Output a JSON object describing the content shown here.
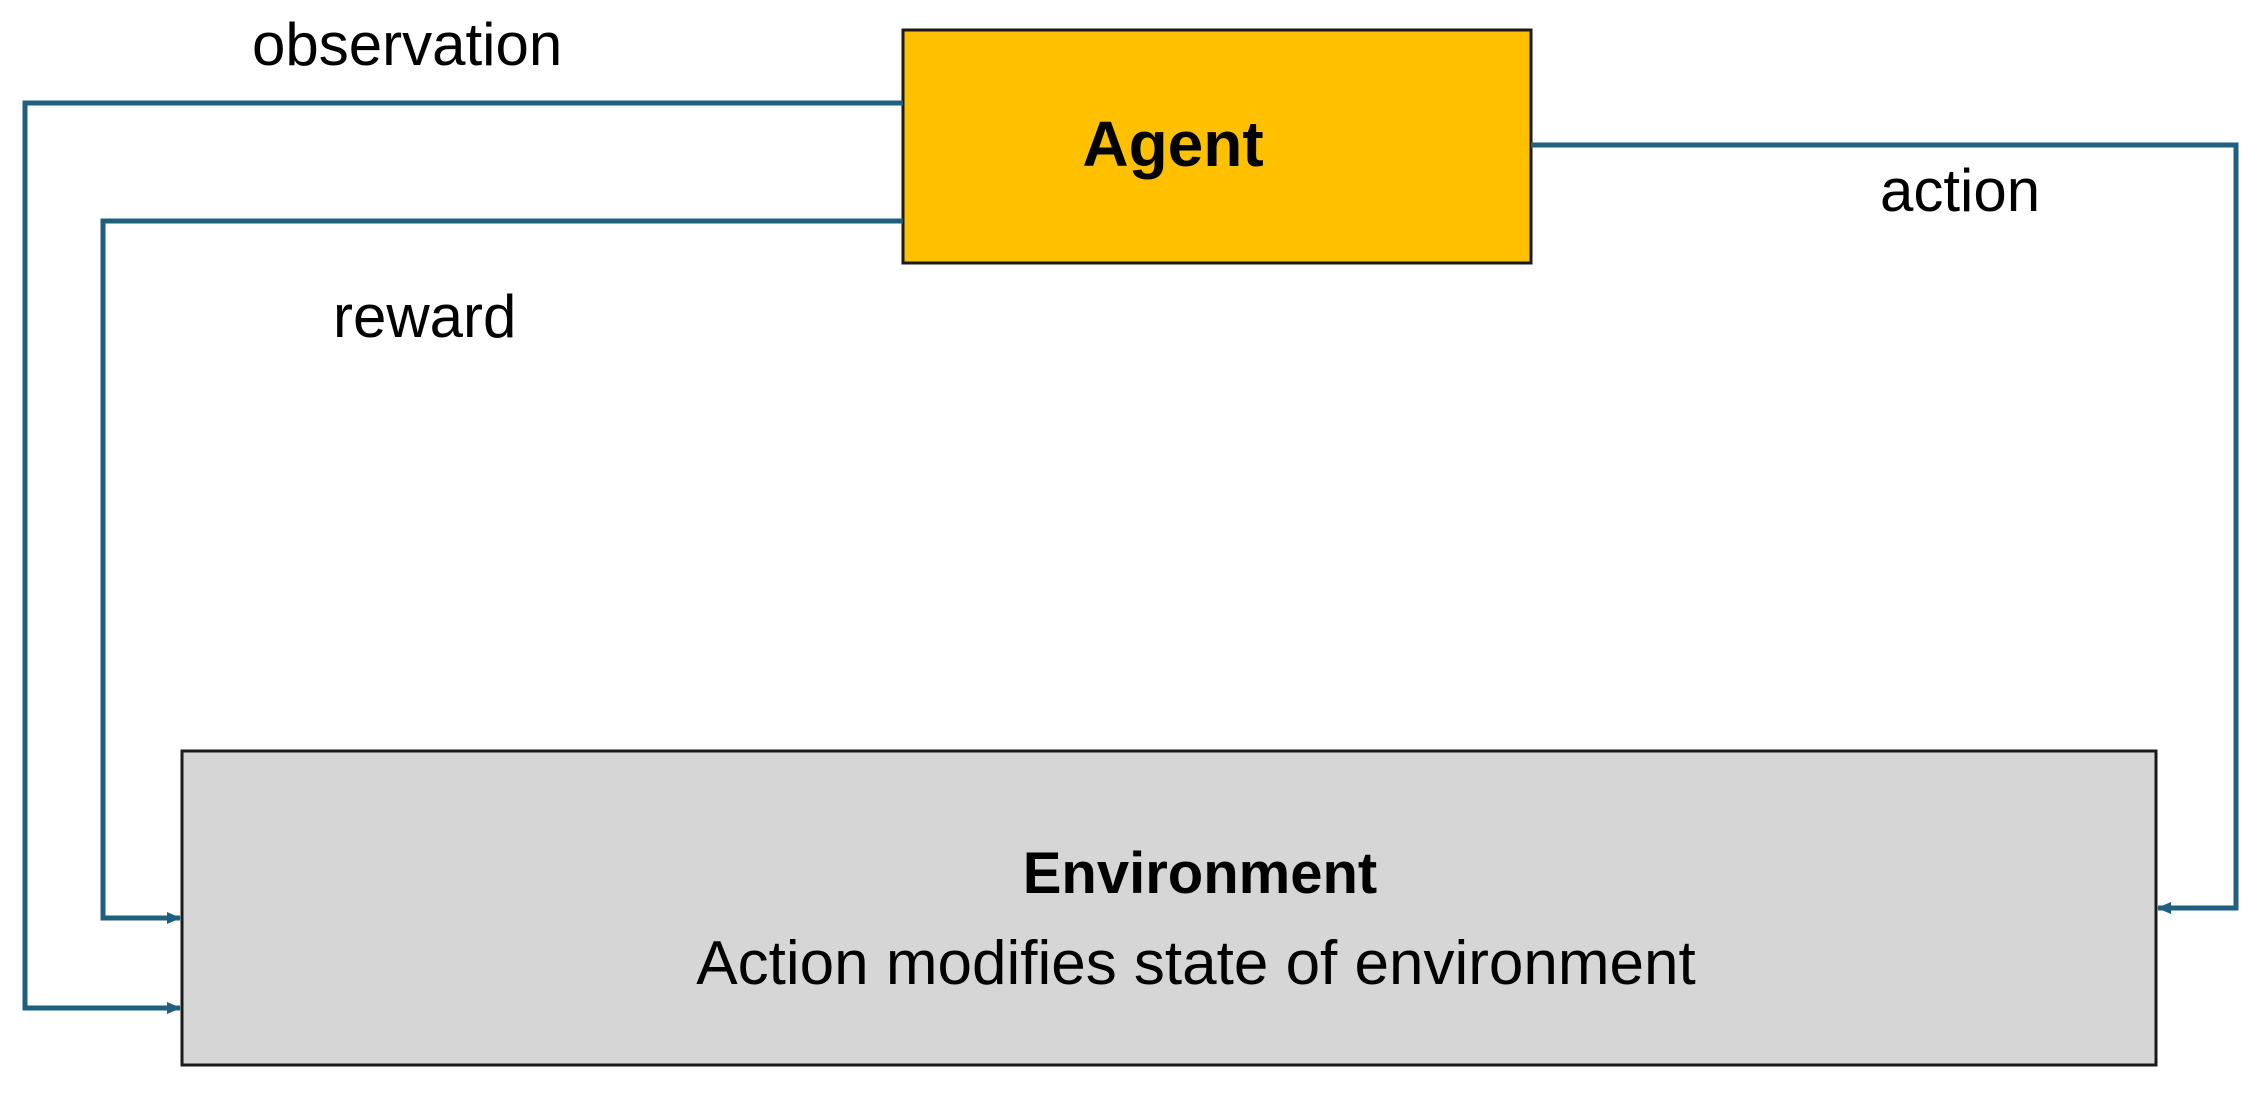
{
  "agent": {
    "label": "Agent",
    "fill": "#FFC000"
  },
  "environment": {
    "title": "Environment",
    "subtitle": "Action modifies state of environment",
    "fill": "#D6D6D6"
  },
  "edges": {
    "observation": "observation",
    "reward": "reward",
    "action": "action",
    "color": "#1F5F80"
  }
}
